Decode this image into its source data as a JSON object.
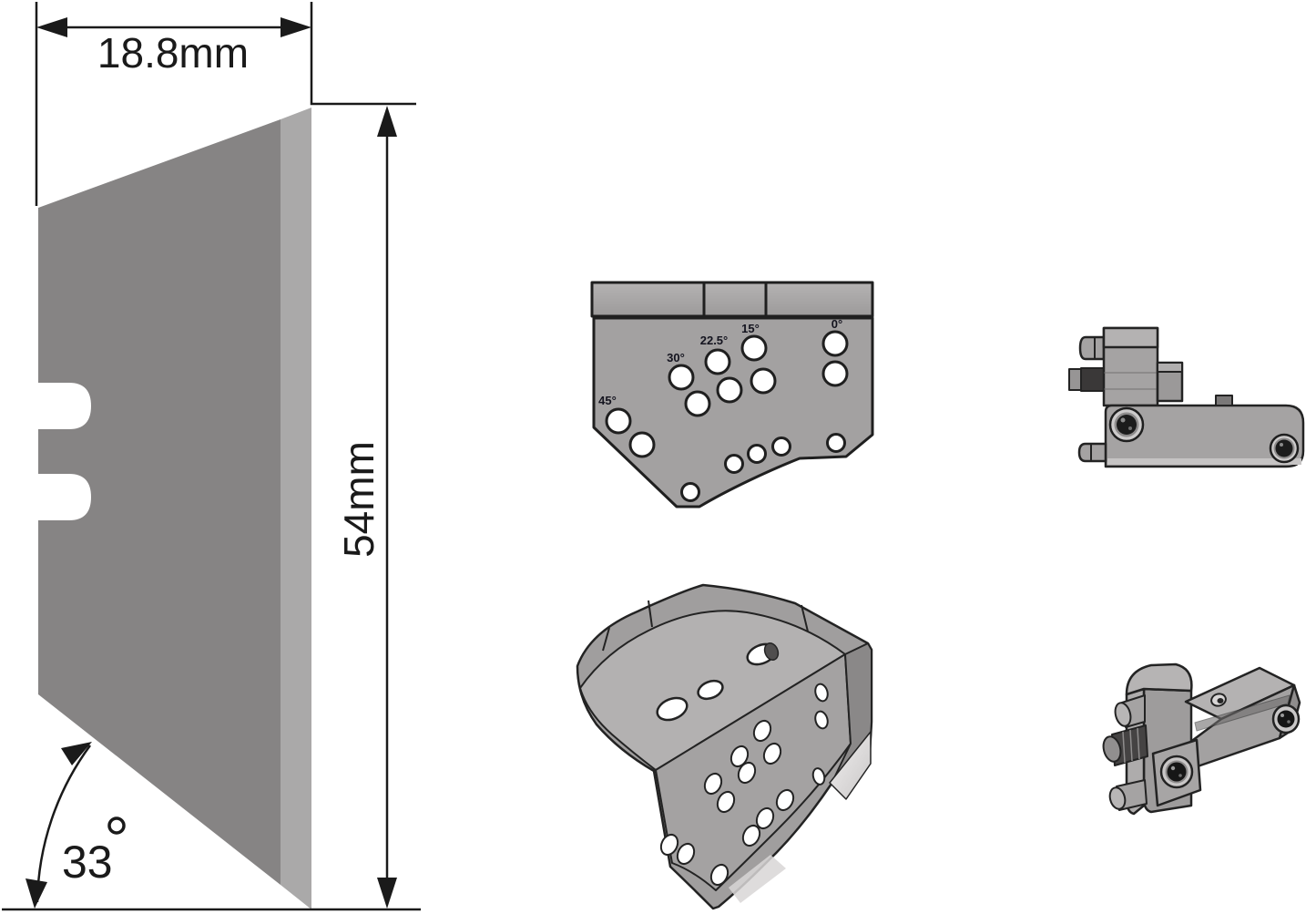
{
  "document": {
    "background": "#ffffff",
    "kind": "technical drawing of scraper blade profile and angle gauge block views"
  },
  "blade_drawing": {
    "width_label": "18.8mm",
    "height_label": "54mm",
    "angle_value": "33",
    "degree_symbol": "°",
    "colors": {
      "body": "#868484",
      "edge_strip": "#aaa9a9",
      "line": "#1a1a1a"
    }
  },
  "gauge_front_view": {
    "angle_labels": [
      {
        "text": "45°"
      },
      {
        "text": "30°"
      },
      {
        "text": "22.5°"
      },
      {
        "text": "15°"
      },
      {
        "text": "0°"
      }
    ],
    "label_color": "#14141f"
  },
  "metal_colors": {
    "light": "#b4b2b2",
    "medium": "#a3a1a1",
    "dark": "#8a8888",
    "screw_ring": "#cdcbcb",
    "screw_socket": "#1c1c1c",
    "outline": "#232323"
  }
}
